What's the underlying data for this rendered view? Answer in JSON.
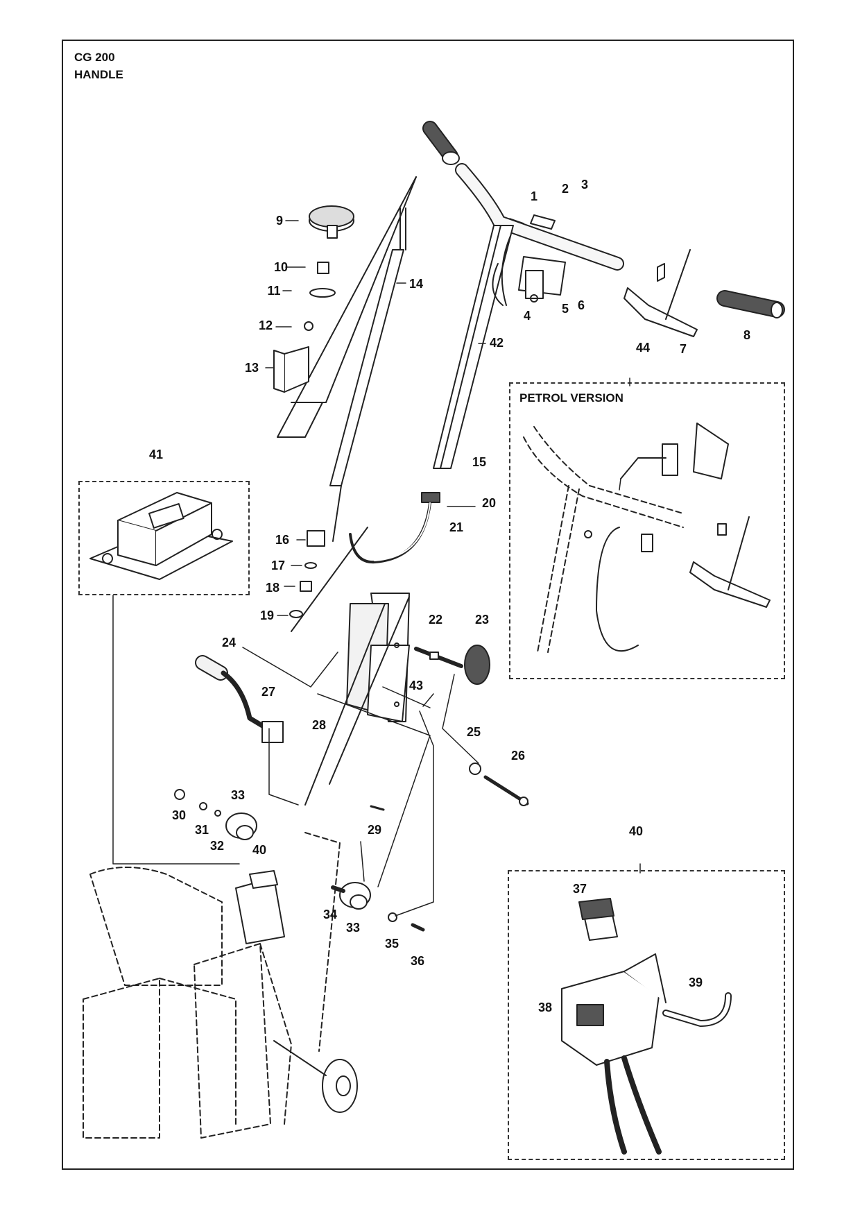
{
  "header": {
    "model": "CG 200",
    "section": "HANDLE"
  },
  "petrol_box": {
    "title": "PETROL VERSION"
  },
  "callouts": {
    "p1": "1",
    "p2": "2",
    "p3": "3",
    "p4": "4",
    "p5": "5",
    "p6": "6",
    "p7": "7",
    "p8": "8",
    "p9": "9",
    "p10": "10",
    "p11": "11",
    "p12": "12",
    "p13": "13",
    "p14": "14",
    "p15": "15",
    "p16": "16",
    "p17": "17",
    "p18": "18",
    "p19": "19",
    "p20": "20",
    "p21": "21",
    "p22": "22",
    "p23": "23",
    "p24": "24",
    "p25": "25",
    "p26": "26",
    "p27": "27",
    "p28": "28",
    "p29": "29",
    "p30": "30",
    "p31": "31",
    "p32": "32",
    "p33a": "33",
    "p33b": "33",
    "p34": "34",
    "p35": "35",
    "p36": "36",
    "p37": "37",
    "p38": "38",
    "p39": "39",
    "p40a": "40",
    "p40b": "40",
    "p41": "41",
    "p42": "42",
    "p43": "43",
    "p44": "44"
  },
  "colors": {
    "line": "#222222",
    "fill_light": "#f2f2f2",
    "fill_dark": "#555555"
  }
}
